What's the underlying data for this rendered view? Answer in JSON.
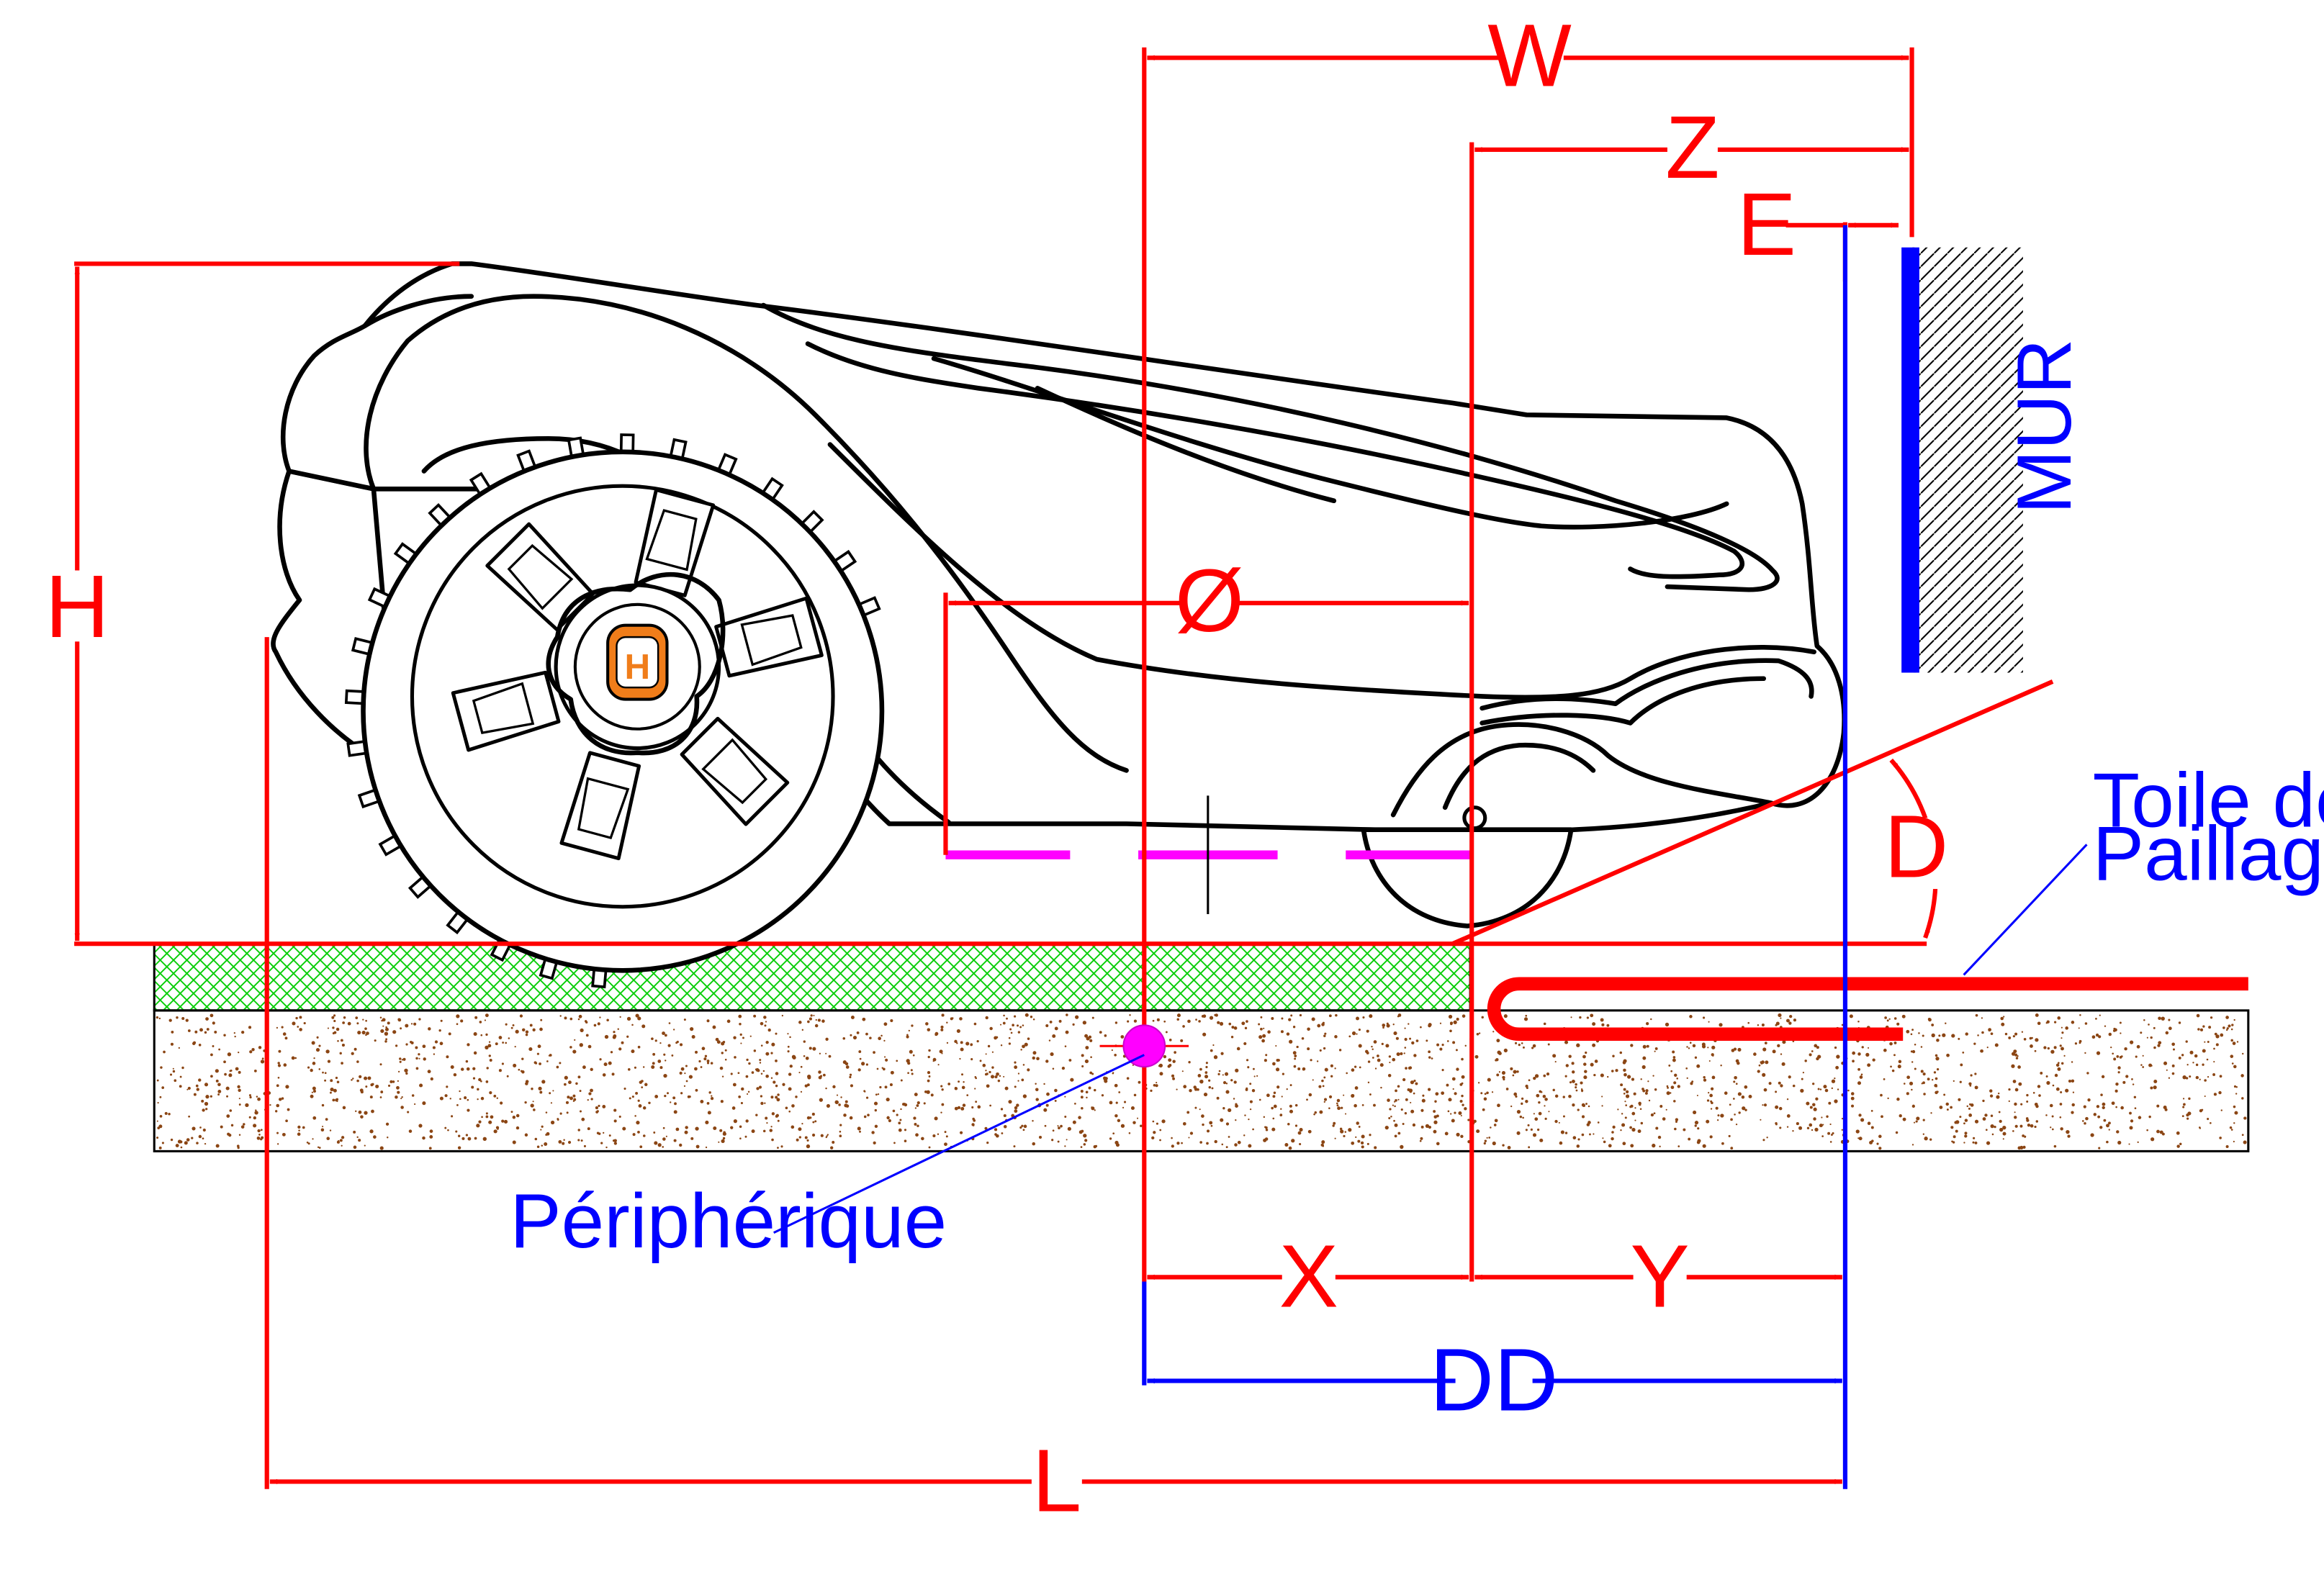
{
  "diagram": {
    "labels": {
      "w": "W",
      "z": "Z",
      "e": "E",
      "h": "H",
      "diameter": "Ø",
      "d": "D",
      "x": "X",
      "y": "Y",
      "dd": "DD",
      "l": "L",
      "wall": "MUR",
      "mulch_line1": "Toile de",
      "mulch_line2": "Paillage",
      "boundary_wire": "Périphérique",
      "logo": "H"
    },
    "colors": {
      "dimension": "#ff0000",
      "annotation": "#0000ff",
      "cutting_disc": "#ff00ff",
      "grass": "#00cc00",
      "soil_dots": "#8b4513",
      "logo_orange": "#f07d1a"
    }
  }
}
